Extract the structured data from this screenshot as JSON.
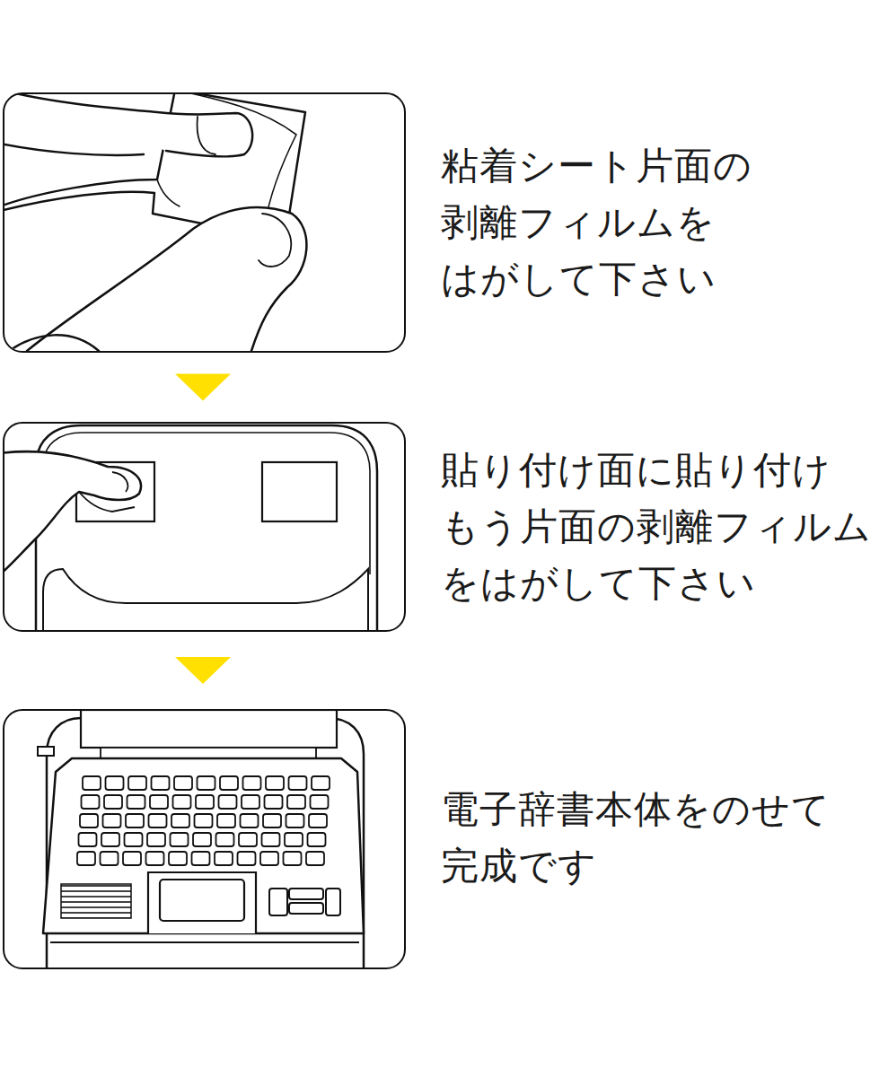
{
  "diagram": {
    "nodes": [
      {
        "text": [
          "粘着シート片面の 剥離フィルムを はがして下さい"
        ]
      },
      {
        "text": [
          "貼り付け面に貼り付け もう片面の剥離フィルム をはがして下さい"
        ]
      },
      {
        "text": [
          "電子辞書本体をのせて 完成です"
        ]
      }
    ],
    "edges": [
      {
        "from": 0,
        "to": 1,
        "arrow": "to"
      },
      {
        "from": 1,
        "to": 2,
        "arrow": "to"
      }
    ]
  }
}
